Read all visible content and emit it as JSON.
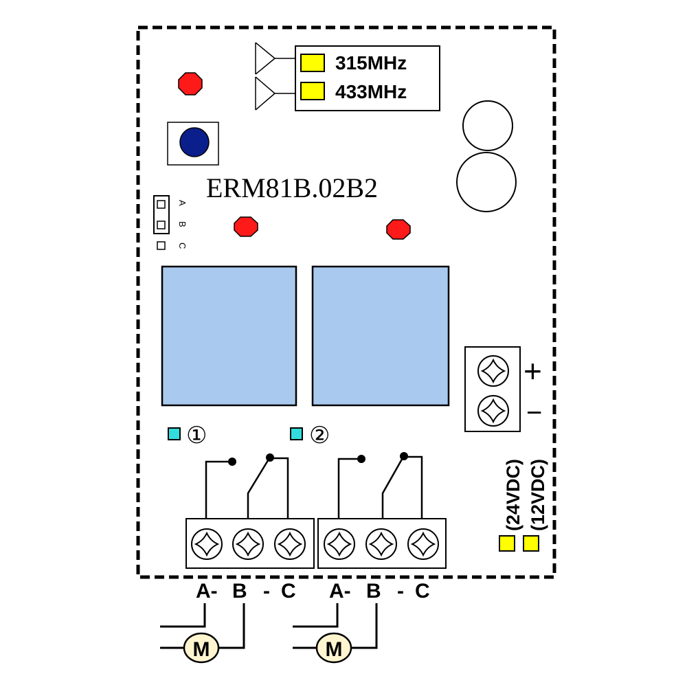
{
  "board": {
    "model_label": "ERM81B.02B2"
  },
  "frequency_select": {
    "options": [
      {
        "label": "315MHz",
        "selected": false
      },
      {
        "label": "433MHz",
        "selected": false
      }
    ]
  },
  "jumper": {
    "pin_labels": [
      "A",
      "B",
      "C"
    ]
  },
  "relays": [
    {
      "channel_label": "①"
    },
    {
      "channel_label": "②"
    }
  ],
  "output_terminals": {
    "labels": [
      "A-",
      "B",
      "-",
      "C"
    ]
  },
  "power_terminal": {
    "plus_label": "+",
    "minus_label": "−"
  },
  "voltage_select": {
    "options": [
      {
        "label": "(24VDC)"
      },
      {
        "label": "(12VDC)"
      }
    ]
  },
  "motor": {
    "label": "M"
  },
  "colors": {
    "relay_fill": "#a9c9ee",
    "led_red": "#ff1a1a",
    "button_blue": "#0a1f8c",
    "pad_yellow": "#ffff00",
    "pad_cyan": "#33dddd",
    "motor_fill": "#fff6d0"
  }
}
